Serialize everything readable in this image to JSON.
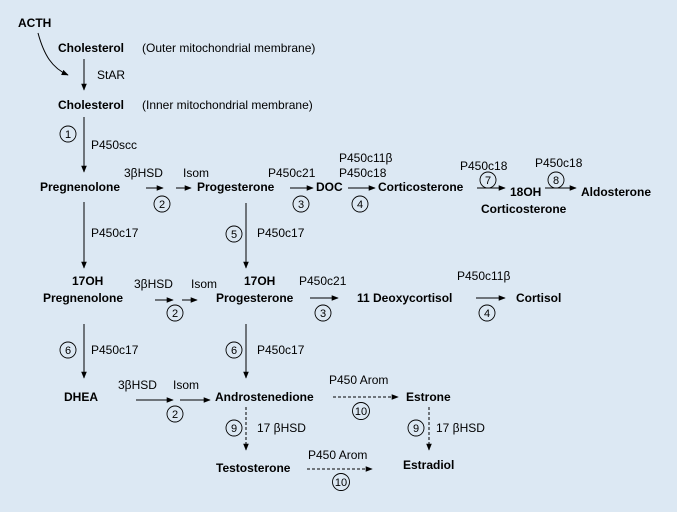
{
  "trigger": "ACTH",
  "compounds": {
    "cholesterol_outer": "Cholesterol",
    "cholesterol_inner": "Cholesterol",
    "pregnenolone": "Pregnenolone",
    "progesterone": "Progesterone",
    "doc": "DOC",
    "corticosterone": "Corticosterone",
    "oh18_corticosterone_l1": "18OH",
    "oh18_corticosterone_l2": "Corticosterone",
    "aldosterone": "Aldosterone",
    "oh17_pregnenolone_l1": "17OH",
    "oh17_pregnenolone_l2": "Pregnenolone",
    "oh17_progesterone_l1": "17OH",
    "oh17_progesterone_l2": "Progesterone",
    "deoxycortisol": "11 Deoxycortisol",
    "cortisol": "Cortisol",
    "dhea": "DHEA",
    "androstenedione": "Androstenedione",
    "estrone": "Estrone",
    "testosterone": "Testosterone",
    "estradiol": "Estradiol"
  },
  "locations": {
    "outer": "(Outer mitochondrial membrane)",
    "inner": "(Inner mitochondrial membrane)"
  },
  "enzymes": {
    "star": "StAR",
    "p450scc": "P450scc",
    "hsd3b_1": "3βHSD",
    "isom_1": "Isom",
    "p450c21_1": "P450c21",
    "p450c11b_1": "P450c11β",
    "p450c18_1": "P450c18",
    "p450c18_2": "P450c18",
    "p450c18_3": "P450c18",
    "p450c17_1": "P450c17",
    "p450c17_2": "P450c17",
    "hsd3b_2": "3βHSD",
    "isom_2": "Isom",
    "p450c21_2": "P450c21",
    "p450c11b_2": "P450c11β",
    "p450c17_3": "P450c17",
    "p450c17_4": "P450c17",
    "hsd3b_3": "3βHSD",
    "isom_3": "Isom",
    "p450arom_1": "P450 Arom",
    "p450arom_2": "P450 Arom",
    "hsd17b_1": "17 βHSD",
    "hsd17b_2": "17 βHSD"
  },
  "steps": {
    "s1": "1",
    "s2a": "2",
    "s2b": "2",
    "s2c": "2",
    "s3a": "3",
    "s3b": "3",
    "s4a": "4",
    "s4b": "4",
    "s5": "5",
    "s6a": "6",
    "s6b": "6",
    "s7": "7",
    "s8": "8",
    "s9a": "9",
    "s9b": "9",
    "s10a": "10",
    "s10b": "10"
  }
}
